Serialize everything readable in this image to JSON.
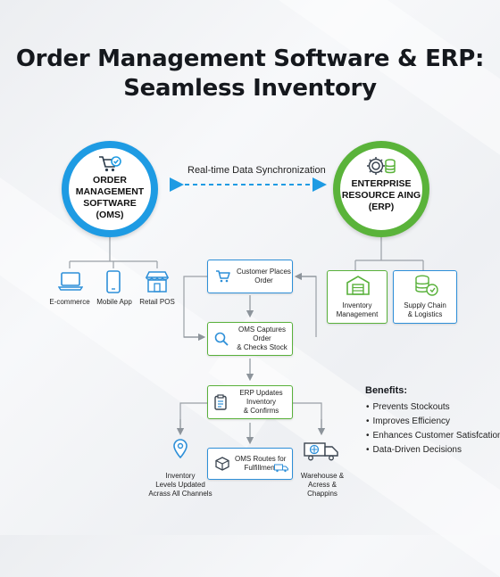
{
  "title": {
    "line1": "Order Management Software & ERP:",
    "line2": "Seamless Inventory"
  },
  "oms": {
    "label_line1": "ORDER",
    "label_line2": "MANAGEMENT",
    "label_line3": "SOFTWARE",
    "label_line4": "(OMS)",
    "icon": "shopping-cart-check-icon",
    "color": "#1e9be3",
    "channels": [
      {
        "label": "E-commerce",
        "icon": "laptop-icon"
      },
      {
        "label": "Mobile App",
        "icon": "smartphone-icon"
      },
      {
        "label": "Retail POS",
        "icon": "storefront-icon"
      }
    ]
  },
  "erp": {
    "label_line1": "ENTERPRISE",
    "label_line2": "RESOURCE AING",
    "label_line3": "(ERP)",
    "icon": "gear-database-icon",
    "color": "#5ab33a",
    "modules": [
      {
        "label_line1": "Inventory",
        "label_line2": "Management",
        "icon": "warehouse-icon"
      },
      {
        "label_line1": "Supply Chain",
        "label_line2": "& Logistics",
        "icon": "coins-icon"
      }
    ]
  },
  "sync": {
    "label": "Real-time Data Synchronization"
  },
  "flow": {
    "step1": {
      "line1": "Customer Places",
      "line2": "Order",
      "icon": "cart-icon"
    },
    "step2": {
      "line1": "OMS Captures Order",
      "line2": "& Checks Stock",
      "icon": "magnifier-icon"
    },
    "step3": {
      "line1": "ERP Updates Inventory",
      "line2": "& Confirms",
      "icon": "clipboard-icon"
    },
    "step4": {
      "line1": "OMS Routes for",
      "line2": "Fulfillment",
      "icon": "box-icon"
    }
  },
  "outputs": {
    "inventory": {
      "line1": "Inventory",
      "line2": "Levels Updated",
      "line3": "Acrass All Channels",
      "icon": "location-pin-icon"
    },
    "warehouse": {
      "line1": "Warehouse &",
      "line2": "Acress &",
      "line3": "Chappins",
      "icon": "delivery-truck-icon"
    }
  },
  "benefits": {
    "title": "Benefits:",
    "items": [
      "Prevents Stockouts",
      "Improves Efficiency",
      "Enhances Customer Satisfcation",
      "Data-Driven Decisions"
    ]
  },
  "colors": {
    "blue": "#1e9be3",
    "green": "#5ab33a",
    "connector": "#9aa0a6",
    "icon_dark": "#3a4450"
  }
}
